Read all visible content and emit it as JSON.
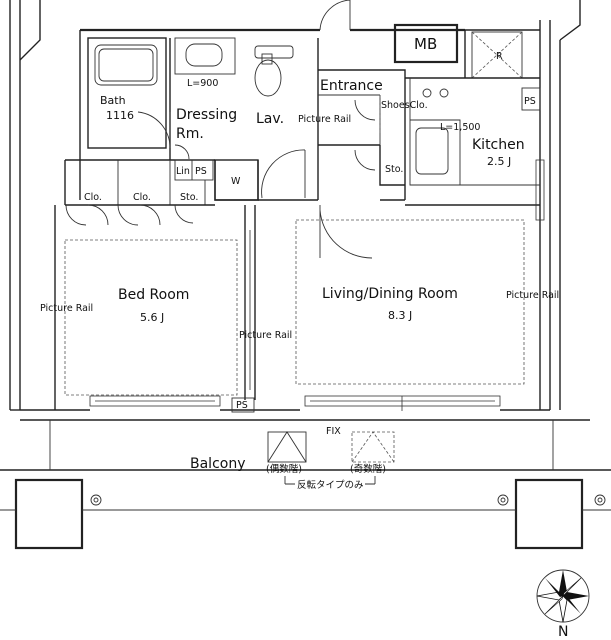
{
  "rooms": {
    "bath": {
      "name": "Bath",
      "size": "1116"
    },
    "dressing": {
      "name_line1": "Dressing",
      "name_line2": "Rm."
    },
    "lavatory": {
      "name": "Lav."
    },
    "entrance": {
      "name": "Entrance"
    },
    "kitchen": {
      "name": "Kitchen",
      "size": "2.5 J"
    },
    "bedroom": {
      "name": "Bed Room",
      "size": "5.6 J"
    },
    "living": {
      "name": "Living/Dining Room",
      "size": "8.3 J"
    },
    "balcony": {
      "name": "Balcony"
    }
  },
  "labels": {
    "mb": "MB",
    "refrigerator": "R",
    "ps": "PS",
    "closet": "Clo.",
    "storage": "Sto.",
    "linen": "Lin",
    "washer": "W",
    "shoes_closet": "ShoesClo.",
    "lav_counter": "L=900",
    "kitchen_counter": "L=1,500",
    "picture_rail": "Picture Rail",
    "fix": "FIX",
    "even_floor": "(偶数階)",
    "odd_floor": "(奇数階)",
    "reversed_type_note": "反転タイプのみ",
    "north": "N"
  }
}
